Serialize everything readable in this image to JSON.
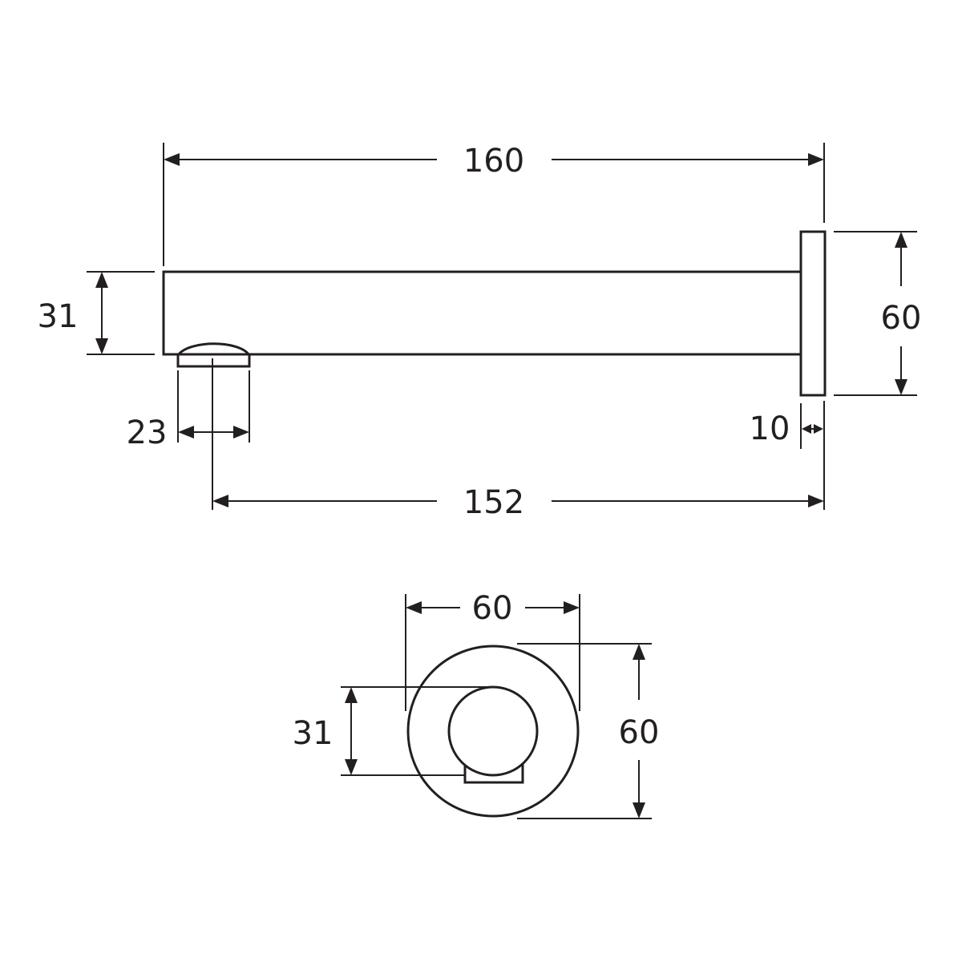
{
  "colors": {
    "line": "#231f20",
    "background": "#ffffff"
  },
  "side_view": {
    "overall_length": "160",
    "outlet_to_wall": "152",
    "spout_height": "31",
    "outlet_width": "23",
    "plate_diameter": "60",
    "plate_thickness": "10"
  },
  "front_view": {
    "plate_width": "60",
    "plate_height": "60",
    "spout_height": "31"
  }
}
